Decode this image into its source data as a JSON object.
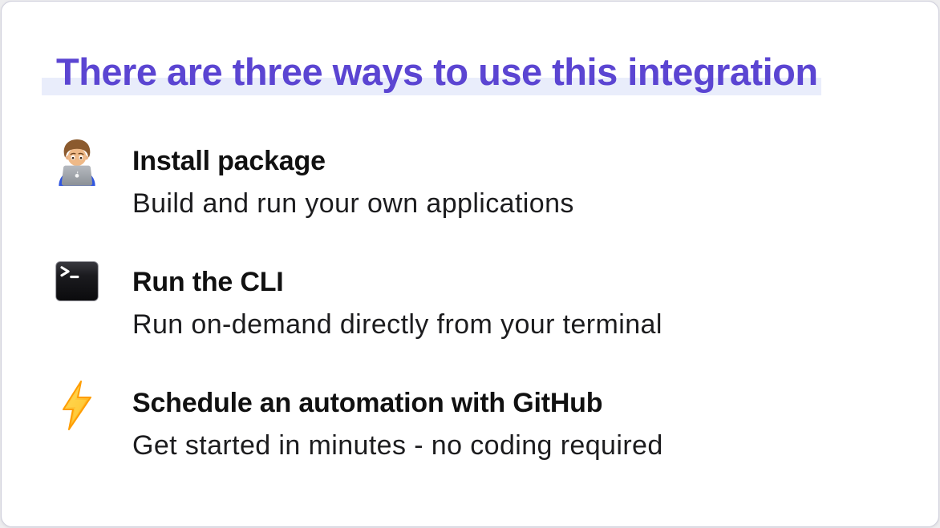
{
  "slide": {
    "title": "There are three ways to use this integration",
    "title_color": "#5B45D2",
    "highlight_color": "#E9EDFB"
  },
  "items": [
    {
      "icon": "technologist-emoji",
      "title": "Install package",
      "subtitle": "Build and run your own applications"
    },
    {
      "icon": "terminal-emoji",
      "title": "Run the CLI",
      "subtitle": "Run on-demand directly from your terminal"
    },
    {
      "icon": "high-voltage-emoji",
      "title": "Schedule an automation with GitHub",
      "subtitle": "Get started in minutes - no coding required"
    }
  ],
  "colors": {
    "card_background": "#FFFFFF",
    "card_border": "#CFCFDC",
    "item_title": "#111111",
    "item_subtitle": "#1C1C1E",
    "terminal_background": "#141417",
    "bolt_yellow": "#FFD94D",
    "bolt_orange": "#FF9D00",
    "shirt_blue": "#2F55E0",
    "laptop_gray": "#9AA0A6"
  }
}
